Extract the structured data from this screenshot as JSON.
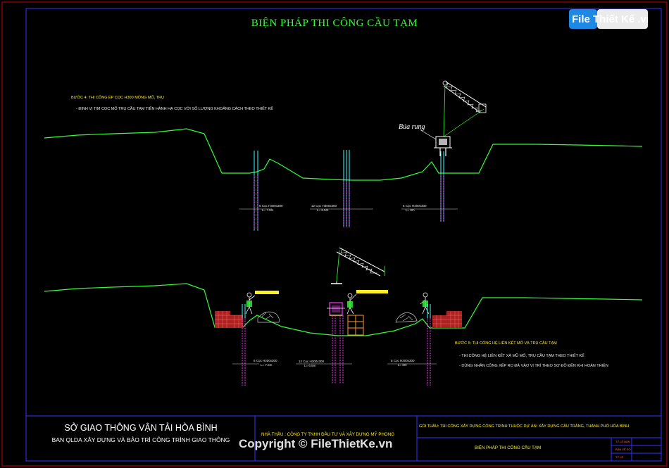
{
  "drawing": {
    "title": "BIỆN PHÁP THI CÔNG CẦU TẠM",
    "step4": {
      "heading": "BƯỚC 4: THI CÔNG ÉP CỌC H300 MÓNG MỐ, TRỤ",
      "note": "- ĐỊNH VỊ TIM CỌC MỐ TRỤ CẦU TẠM TIẾN HÀNH HẠ CỌC VỚI SỐ LƯỢNG KHOẢNG CÁCH THEO THIẾT KẾ",
      "hammer_label": "Búa rung",
      "piles": [
        {
          "line1": "6 Cọc H300x300",
          "line2": "L= 7.5m"
        },
        {
          "line1": "12 Cọc H300x300",
          "line2": "L= 6.5m"
        },
        {
          "line1": "6 Cọc H300x300",
          "line2": "L= 8m"
        }
      ]
    },
    "step5": {
      "heading": "BƯỚC 5: THI CÔNG HỆ LIÊN KẾT MỐ VÀ TRỤ CẦU TẠM",
      "note1": "- THI CÔNG HỆ LIÊN KẾT XÀ MŨ MỐ, TRỤ CẦU TẠM THEO THIẾT KẾ",
      "note2": "- DÙNG NHÂN CÔNG XẾP RỌ ĐÁ VÀO VỊ TRÍ THEO SƠ ĐỒ ĐẾN KHI HOÀN THIỆN",
      "piles": [
        {
          "line1": "6 Cọc H300x300",
          "line2": "L= 7.5m"
        },
        {
          "line1": "12 Cọc H300x300",
          "line2": "L= 6.5m"
        },
        {
          "line1": "6 Cọc H300x300",
          "line2": "L= 8m"
        }
      ]
    }
  },
  "title_block": {
    "agency": "SỞ GIAO THÔNG VẬN TẢI HÒA BÌNH",
    "board": "BAN QLDA XÂY DỰNG VÀ BẢO TRÌ CÔNG TRÌNH GIAO THÔNG",
    "contractor": "NHÀ THẦU : CÔNG TY TNHH ĐẦU TƯ VÀ XÂY DỰNG MỸ PHONG",
    "package": "GÓI THẦU: THI CÔNG XÂY DỰNG CÔNG TRÌNH THUỘC DỰ ÁN: XÂY DỰNG CẦU TRÂNG, THÀNH PHỐ HÒA BÌNH",
    "sheet_title": "BIỆN PHÁP THI CÔNG CẦU TẠM",
    "small_cells": [
      "TỶ LỆ BẢN",
      "BẢN VẼ SỐ",
      "TỶ LỆ"
    ]
  },
  "watermark": {
    "logo_text": "File Thiết Kế .vn",
    "copyright": "Copyright © FileThietKe.vn"
  },
  "colors": {
    "ground": "#33ff33",
    "pile": "#ff33ff",
    "pile_head": "#33ffff",
    "frame": "#cc0000",
    "inner_frame": "#3333ff",
    "crane": "#ffffff",
    "note": "#ffee22"
  }
}
